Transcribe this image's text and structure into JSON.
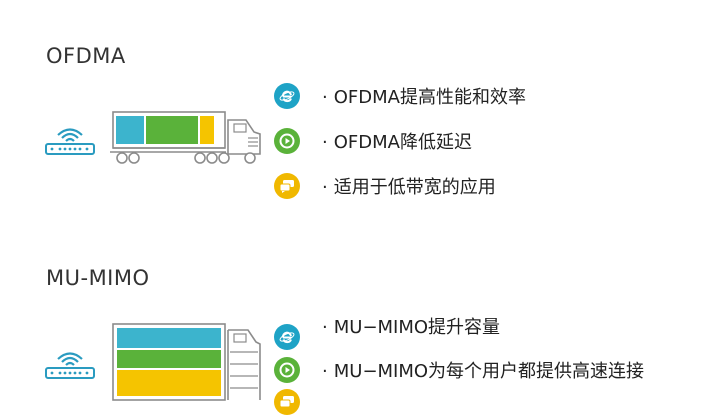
{
  "sections": [
    {
      "title": "OFDMA",
      "bullets": [
        {
          "icon": "browser-e-icon",
          "text": "OFDMA提高性能和效率",
          "color": "#1ea3c6"
        },
        {
          "icon": "play-icon",
          "text": "OFDMA降低延迟",
          "color": "#5ab23a"
        },
        {
          "icon": "chat-bubbles-icon",
          "text": "适用于低带宽的应用",
          "color": "#f0b800"
        }
      ]
    },
    {
      "title": "MU-MIMO",
      "bullets": [
        {
          "icon": "browser-e-icon",
          "text": "MU−MIMO提升容量",
          "color": "#1ea3c6"
        },
        {
          "icon": "play-icon",
          "text": "MU−MIMO为每个用户都提供高速连接",
          "color": "#5ab23a"
        },
        {
          "icon": "chat-bubbles-icon",
          "text": "",
          "color": "#f0b800"
        }
      ]
    }
  ],
  "bullet_marker": "·",
  "colors": {
    "blue": "#3cb4cd",
    "green": "#5ab23a",
    "yellow": "#f5c400",
    "outline": "#8c8c8c",
    "router": "#2a9bc0"
  }
}
